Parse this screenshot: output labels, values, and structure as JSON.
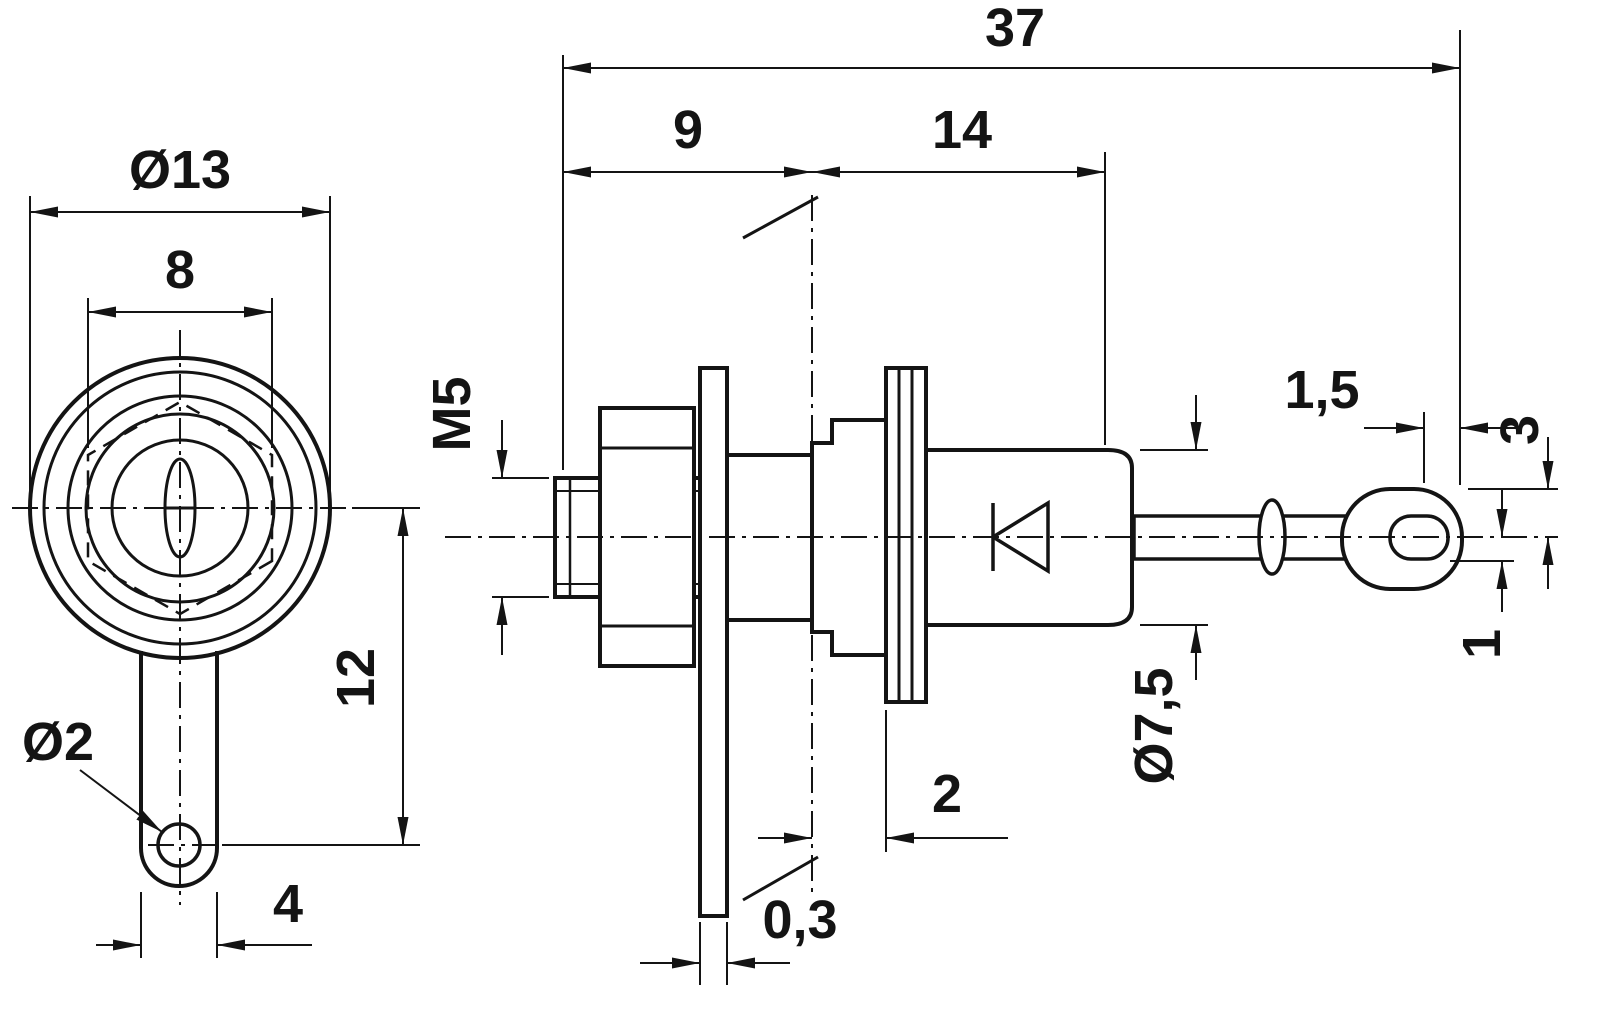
{
  "drawing": {
    "front_view": {
      "outer_diameter": "Ø13",
      "across_flats": "8",
      "hole_diameter": "Ø2",
      "tab_length": "12",
      "tab_width": "4"
    },
    "side_view": {
      "overall_length": "37",
      "thread_length": "9",
      "body_length": "14",
      "thread_size": "M5",
      "terminal_end_offset": "1,5",
      "terminal_width": "3",
      "terminal_hole": "1",
      "body_diameter": "Ø7,5",
      "panel_gap": "2",
      "lug_thickness": "0,3"
    }
  }
}
